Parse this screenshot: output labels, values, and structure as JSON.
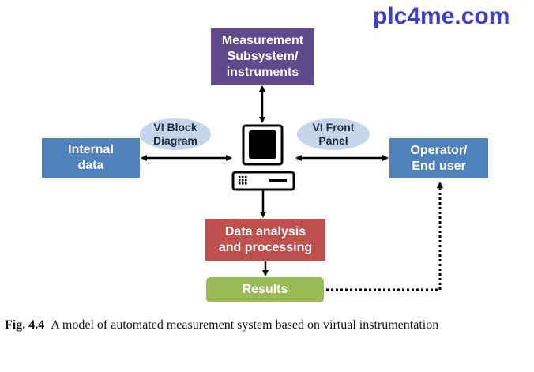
{
  "watermark": "plc4me.com",
  "nodes": {
    "measurement": "Measurement\nSubsystem/\ninstruments",
    "internal_data": "Internal\ndata",
    "operator": "Operator/\nEnd user",
    "analysis": "Data analysis\nand processing",
    "results": "Results"
  },
  "labels": {
    "vi_block_diagram": "VI Block\nDiagram",
    "vi_front_panel": "VI Front\nPanel"
  },
  "computer_icon": "computer-icon",
  "colors": {
    "measurement": "#5f4b8b",
    "data_nodes": "#4f81bd",
    "analysis": "#c0504d",
    "results": "#9bbb59",
    "ellipse": "#c6d5eb",
    "watermark": "#3d3fc9"
  },
  "caption": {
    "label": "Fig. 4.4",
    "text": "A model of automated measurement system based on virtual instrumentation"
  },
  "edges": [
    {
      "from": "measurement",
      "to": "computer",
      "type": "bidirectional"
    },
    {
      "from": "internal_data",
      "to": "computer",
      "type": "bidirectional",
      "label": "VI Block Diagram"
    },
    {
      "from": "computer",
      "to": "operator",
      "type": "bidirectional",
      "label": "VI Front Panel"
    },
    {
      "from": "computer",
      "to": "analysis",
      "type": "directed"
    },
    {
      "from": "analysis",
      "to": "results",
      "type": "directed"
    },
    {
      "from": "results",
      "to": "operator",
      "type": "dotted-directed"
    }
  ]
}
